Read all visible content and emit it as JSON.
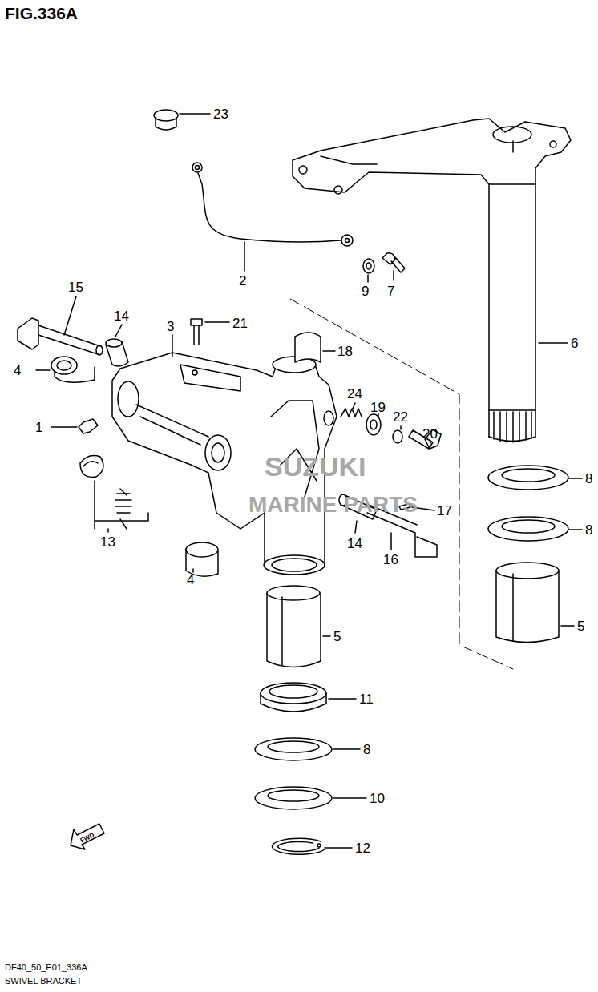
{
  "diagram": {
    "title": "FIG.336A",
    "caption": "SWIVEL BRACKET",
    "labels": [
      "23",
      "2",
      "9",
      "7",
      "15",
      "14",
      "3",
      "21",
      "18",
      "6",
      "4",
      "24",
      "19",
      "22",
      "20",
      "1",
      "8",
      "17",
      "8",
      "13",
      "14",
      "16",
      "4",
      "5",
      "5",
      "11",
      "8",
      "10",
      "12",
      "FWD",
      "SUZUKI",
      "MARINE PARTS",
      "DF40_50_E01_336A"
    ]
  }
}
